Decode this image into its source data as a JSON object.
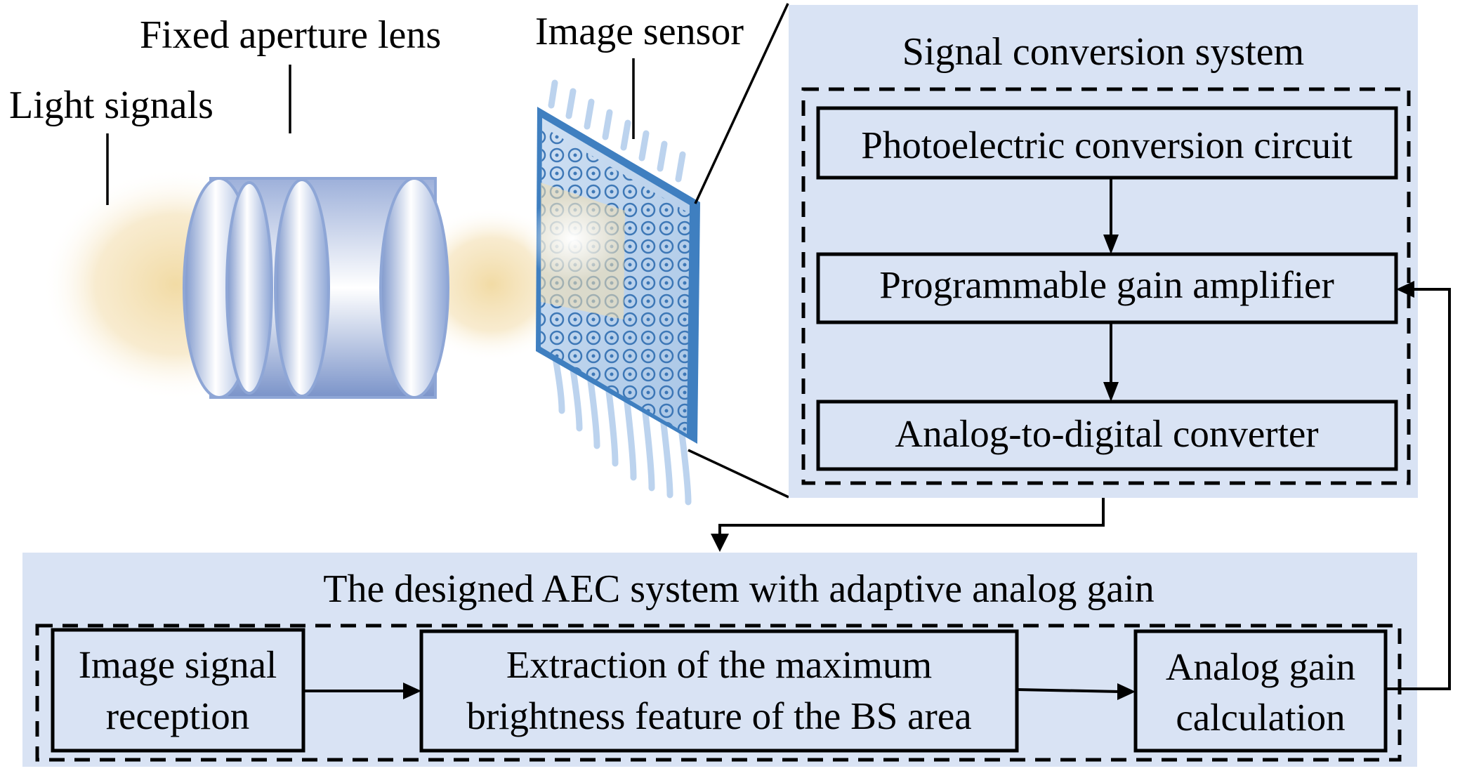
{
  "illustration": {
    "labels": {
      "light_signals": "Light signals",
      "lens": "Fixed aperture lens",
      "sensor": "Image sensor"
    },
    "colors": {
      "light": "#f3dfae",
      "lens": "#8fa6d4",
      "sensor": "#3f7fc0",
      "panel": "#d9e3f4"
    }
  },
  "signal_conversion": {
    "title": "Signal conversion system",
    "blocks": [
      "Photoelectric conversion circuit",
      "Programmable gain amplifier",
      "Analog-to-digital converter"
    ]
  },
  "aec_system": {
    "title": "The designed AEC system with adaptive analog gain",
    "blocks": [
      {
        "line1": "Image signal",
        "line2": "reception"
      },
      {
        "line1": "Extraction of the maximum",
        "line2": "brightness feature of the BS area"
      },
      {
        "line1": "Analog gain",
        "line2": "calculation"
      }
    ]
  }
}
